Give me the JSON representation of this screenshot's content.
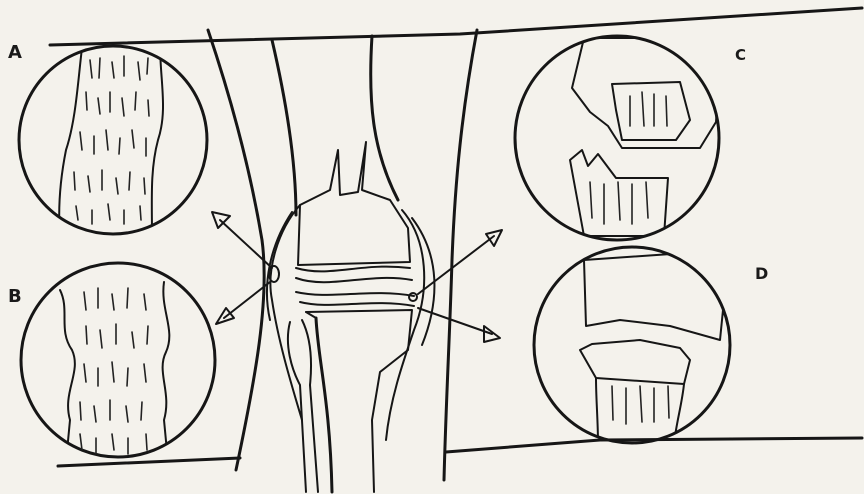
{
  "labels": {
    "a": "A",
    "b": "B",
    "c": "C",
    "d": "D"
  },
  "colors": {
    "paper": "#f4f2ec",
    "ink": "#161616"
  }
}
